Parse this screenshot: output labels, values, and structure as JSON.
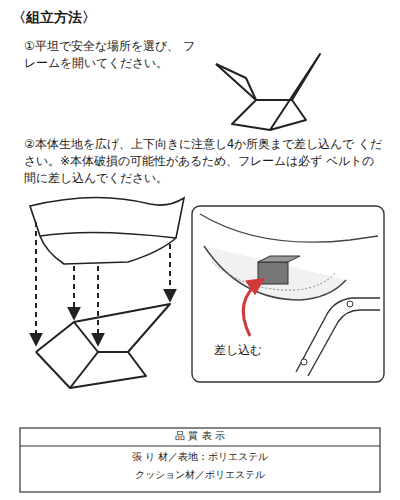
{
  "diagram": {
    "title": "〈組立方法〉",
    "labels": [
      "①平坦で安全な場所を選び、 フレームを開いてください。",
      "②本体生地を広げ、上下向きに注意し4か所奥まで差し込んで ください。※本体破損の可能性があるため、フレームは必ず ベルトの間に差し込んでください。",
      "差し込む",
      "品 質 表 示",
      "張 り 材／表地：ポリエステル",
      "クッション材／ポリエステル"
    ]
  }
}
